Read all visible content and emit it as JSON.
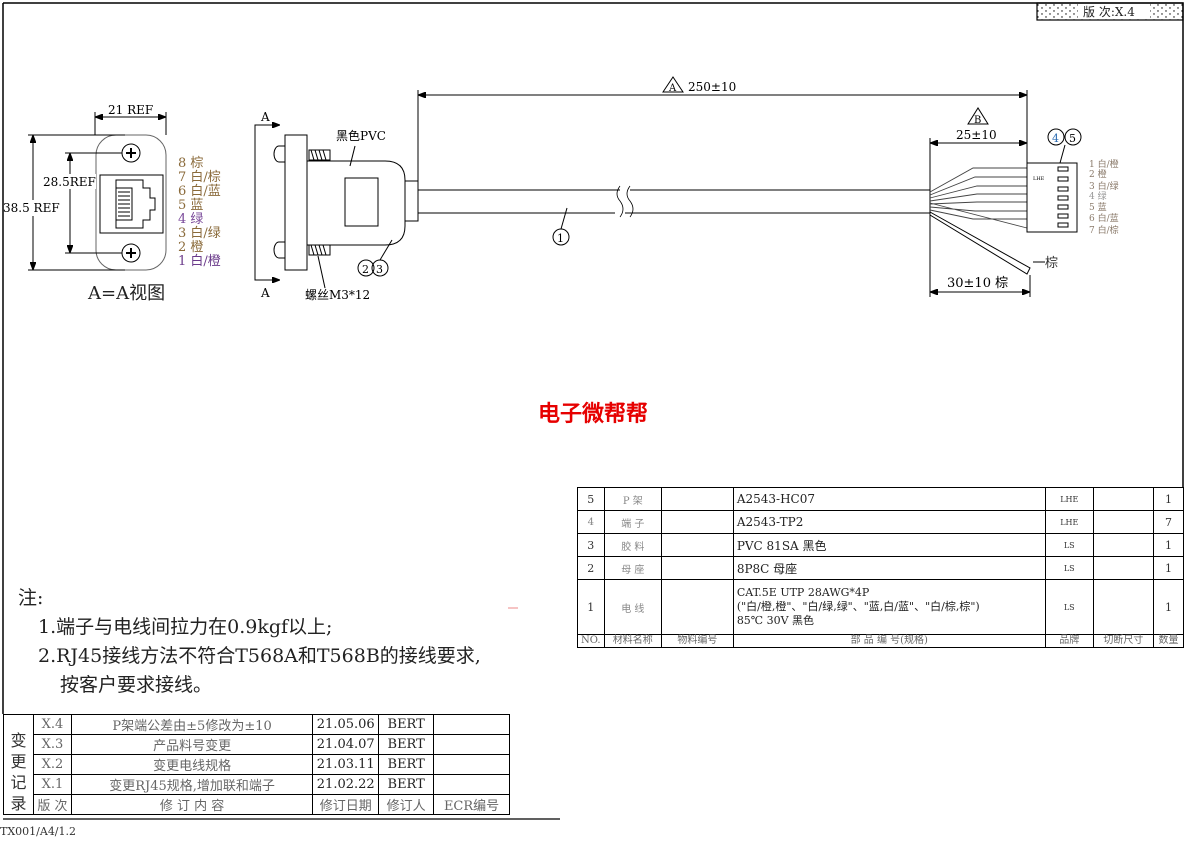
{
  "version_box": "版 次:X.4",
  "front_view": {
    "width_dim": "21 REF",
    "height_dim": "38.5 REF",
    "pitch_dim": "28.5REF",
    "caption": "A=A视图",
    "pins": [
      "8 棕",
      "7 白/棕",
      "6 白/蓝",
      "5 蓝",
      "4 绿",
      "3 白/绿",
      "2 橙",
      "1 白/橙"
    ]
  },
  "side_view": {
    "section_label_top": "A",
    "section_label_bottom": "A",
    "material_label": "黑色PVC",
    "screw_label": "螺丝M3*12",
    "balloons": [
      "2",
      "3"
    ]
  },
  "cable": {
    "length_dim": "250±10",
    "length_flag": "A",
    "strip_dim": "25±10",
    "strip_flag": "B",
    "brown_dim": "30±10 棕",
    "brown_label": "棕",
    "balloon": "1",
    "connector_balloons": [
      "4",
      "5"
    ],
    "connector_mark": "LHE",
    "pins": [
      "1 白/橙",
      "2 橙",
      "3 白/绿",
      "4 绿",
      "5 蓝",
      "6 白/蓝",
      "7 白/棕"
    ]
  },
  "watermark": "电子微帮帮",
  "notes": {
    "title": "注:",
    "items": [
      "1.端子与电线间拉力在0.9kgf以上;",
      "2.RJ45接线方法不符合T568A和T568B的接线要求,",
      "按客户要求接线。"
    ]
  },
  "bom": {
    "headers": [
      "NO.",
      "材料名称",
      "物料编号",
      "部 品 编 号(规格)",
      "品牌",
      "切断尺寸",
      "数量"
    ],
    "rows": [
      {
        "no": "5",
        "name": "P 架",
        "code": "",
        "spec": [
          "A2543-HC07"
        ],
        "brand": "LHE",
        "cut": "",
        "qty": "1"
      },
      {
        "no": "4",
        "name": "端 子",
        "code": "",
        "spec": [
          "A2543-TP2"
        ],
        "brand": "LHE",
        "cut": "",
        "qty": "7"
      },
      {
        "no": "3",
        "name": "胶 料",
        "code": "",
        "spec": [
          "PVC 81SA 黑色"
        ],
        "brand": "LS",
        "cut": "",
        "qty": "1"
      },
      {
        "no": "2",
        "name": "母 座",
        "code": "",
        "spec": [
          "8P8C 母座"
        ],
        "brand": "LS",
        "cut": "",
        "qty": "1"
      },
      {
        "no": "1",
        "name": "电 线",
        "code": "",
        "spec": [
          "CAT.5E UTP 28AWG*4P",
          "(\"白/橙,橙\"、\"白/绿,绿\"、\"蓝,白/蓝\"、\"白/棕,棕\")",
          "85℃ 30V 黑色"
        ],
        "brand": "LS",
        "cut": "",
        "qty": "1"
      }
    ]
  },
  "revisions": {
    "side_label": "变更记录",
    "rows": [
      {
        "ver": "X.4",
        "content": "P架端公差由±5修改为±10",
        "date": "21.05.06",
        "by": "BERT",
        "ecr": ""
      },
      {
        "ver": "X.3",
        "content": "产品料号变更",
        "date": "21.04.07",
        "by": "BERT",
        "ecr": ""
      },
      {
        "ver": "X.2",
        "content": "变更电线规格",
        "date": "21.03.11",
        "by": "BERT",
        "ecr": ""
      },
      {
        "ver": "X.1",
        "content": "变更RJ45规格,增加联和端子",
        "date": "21.02.22",
        "by": "BERT",
        "ecr": ""
      }
    ],
    "headers": {
      "ver": "版 次",
      "content": "修 订 内 容",
      "date": "修订日期",
      "by": "修订人",
      "ecr": "ECR编号"
    }
  },
  "footer": "TX001/A4/1.2"
}
